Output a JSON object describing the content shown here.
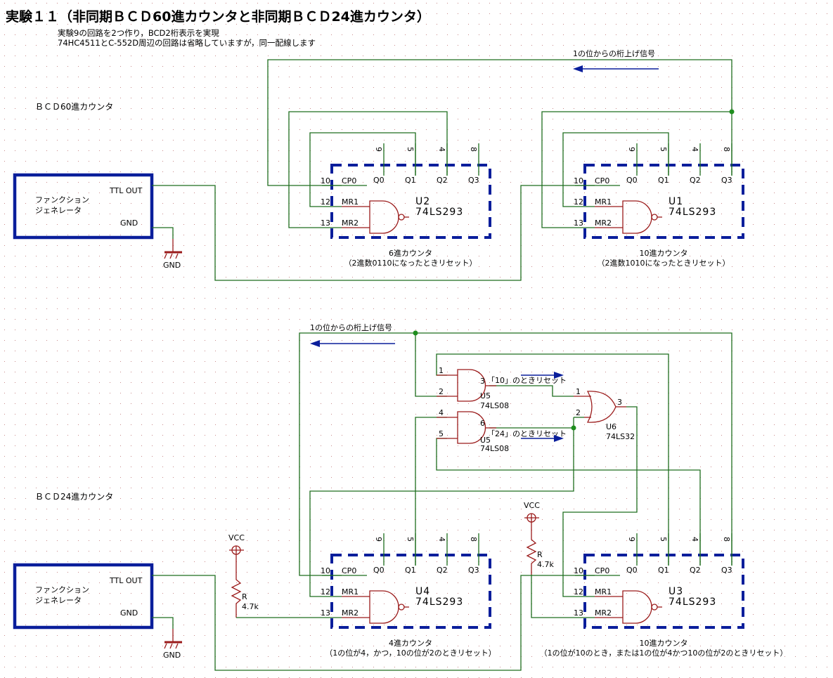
{
  "title": "実験１１（非同期ＢＣＤ60進カウンタと非同期ＢＣＤ24進カウンタ）",
  "notes": [
    "実験9の回路を2つ作り，BCD2桁表示を実現",
    "74HC4511とC-552D周辺の回路は省略していますが，同一配線します"
  ],
  "colors": {
    "wire": "#1e6e1e",
    "component": "#9b1b1b",
    "box": "#0a1e9b",
    "junction": "#1e8e1e"
  },
  "upper": {
    "section_label": "ＢＣＤ60進カウンタ",
    "carry_label": "1の位からの桁上げ信号",
    "generator": {
      "name_line1": "ファンクション",
      "name_line2": "ジェネレータ",
      "out_label": "TTL OUT",
      "gnd_label": "GND"
    },
    "ground_label": "GND",
    "counters": [
      {
        "ref": "U2",
        "part": "74LS293",
        "caption": "6進カウンタ",
        "sub": "（2進数0110になったときリセット）",
        "pins": {
          "cp0": "CP0",
          "mr1": "MR1",
          "mr2": "MR2",
          "q0": "Q0",
          "q1": "Q1",
          "q2": "Q2",
          "q3": "Q3",
          "n_cp0": "10",
          "n_mr1": "12",
          "n_mr2": "13",
          "n_q0": "9",
          "n_q1": "5",
          "n_q2": "4",
          "n_q3": "8"
        }
      },
      {
        "ref": "U1",
        "part": "74LS293",
        "caption": "10進カウンタ",
        "sub": "（2進数1010になったときリセット）",
        "pins": {
          "cp0": "CP0",
          "mr1": "MR1",
          "mr2": "MR2",
          "q0": "Q0",
          "q1": "Q1",
          "q2": "Q2",
          "q3": "Q3",
          "n_cp0": "10",
          "n_mr1": "12",
          "n_mr2": "13",
          "n_q0": "9",
          "n_q1": "5",
          "n_q2": "4",
          "n_q3": "8"
        }
      }
    ]
  },
  "lower": {
    "section_label": "ＢＣＤ24進カウンタ",
    "carry_label": "1の位からの桁上げ信号",
    "generator": {
      "name_line1": "ファンクション",
      "name_line2": "ジェネレータ",
      "out_label": "TTL OUT",
      "gnd_label": "GND"
    },
    "ground_label": "GND",
    "resistors": [
      {
        "vcc": "VCC",
        "ref": "R",
        "value": "4.7k"
      },
      {
        "vcc": "VCC",
        "ref": "R",
        "value": "4.7k"
      }
    ],
    "and_gates": [
      {
        "ref": "U5",
        "part": "74LS08",
        "in1": "1",
        "in2": "2",
        "out": "3",
        "signal": "「10」のときリセット"
      },
      {
        "ref": "U5",
        "part": "74LS08",
        "in1": "4",
        "in2": "5",
        "out": "6",
        "signal": "「24」のときリセット"
      }
    ],
    "or_gate": {
      "ref": "U6",
      "part": "74LS32",
      "in1": "1",
      "in2": "2",
      "out": "3"
    },
    "counters": [
      {
        "ref": "U4",
        "part": "74LS293",
        "caption": "4進カウンタ",
        "sub": "（1の位が4，かつ，10の位が2のときリセット）",
        "pins": {
          "cp0": "CP0",
          "mr1": "MR1",
          "mr2": "MR2",
          "q0": "Q0",
          "q1": "Q1",
          "q2": "Q2",
          "q3": "Q3",
          "n_cp0": "10",
          "n_mr1": "12",
          "n_mr2": "13",
          "n_q0": "9",
          "n_q1": "5",
          "n_q2": "4",
          "n_q3": "8"
        }
      },
      {
        "ref": "U3",
        "part": "74LS293",
        "caption": "10進カウンタ",
        "sub": "（1の位が10のとき，または1の位が4かつ10の位が2のときリセット）",
        "pins": {
          "cp0": "CP0",
          "mr1": "MR1",
          "mr2": "MR2",
          "q0": "Q0",
          "q1": "Q1",
          "q2": "Q2",
          "q3": "Q3",
          "n_cp0": "10",
          "n_mr1": "12",
          "n_mr2": "13",
          "n_q0": "9",
          "n_q1": "5",
          "n_q2": "4",
          "n_q3": "8"
        }
      }
    ]
  }
}
